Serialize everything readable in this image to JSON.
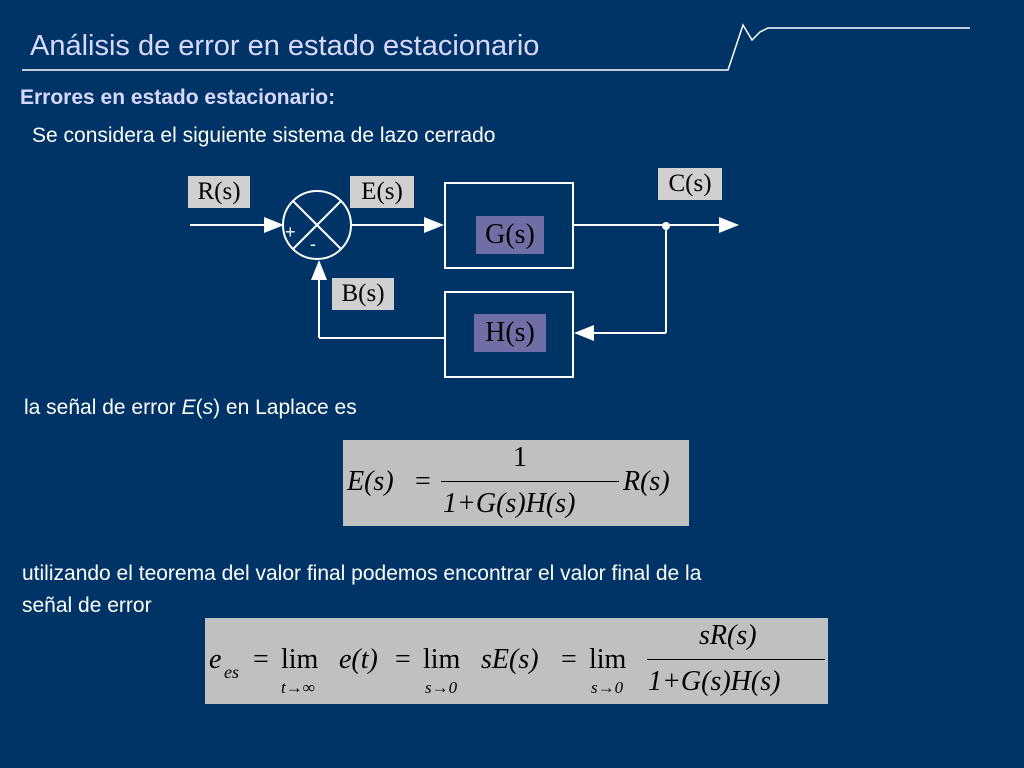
{
  "slide": {
    "title": "Análisis de error en estado estacionario",
    "subtitle": "Errores en estado estacionario:",
    "intro": "Se considera el siguiente sistema de lazo cerrado",
    "error_signal_text_a": "la señal de error ",
    "error_signal_var": "E",
    "error_signal_text_b": "(",
    "error_signal_s": "s",
    "error_signal_text_c": ") en Laplace es",
    "final_value_text_1": "utilizando el teorema del valor final podemos encontrar el valor final de la",
    "final_value_text_2": "señal de error"
  },
  "diagram": {
    "input_label": "R(s)",
    "error_label": "E(s)",
    "output_label": "C(s)",
    "feedback_label": "B(s)",
    "forward_block": "G(s)",
    "feedback_block": "H(s)",
    "plus_sign": "+",
    "minus_sign": "-"
  },
  "equations": {
    "eq1_lhs": "E(s)",
    "eq1_eq": "=",
    "eq1_num": "1",
    "eq1_den": "1+G(s)H(s)",
    "eq1_rhs": "R(s)",
    "eq2_lhs": "e",
    "eq2_lhs_sub": "es",
    "eq2_eq": "=",
    "eq2_lim": "lim",
    "eq2_lim1_sub": "t→∞",
    "eq2_term1": "e(t)",
    "eq2_lim2_sub": "s→0",
    "eq2_term2": "sE(s)",
    "eq2_lim3_sub": "s→0",
    "eq2_num": "sR(s)",
    "eq2_den": "1+G(s)H(s)"
  }
}
